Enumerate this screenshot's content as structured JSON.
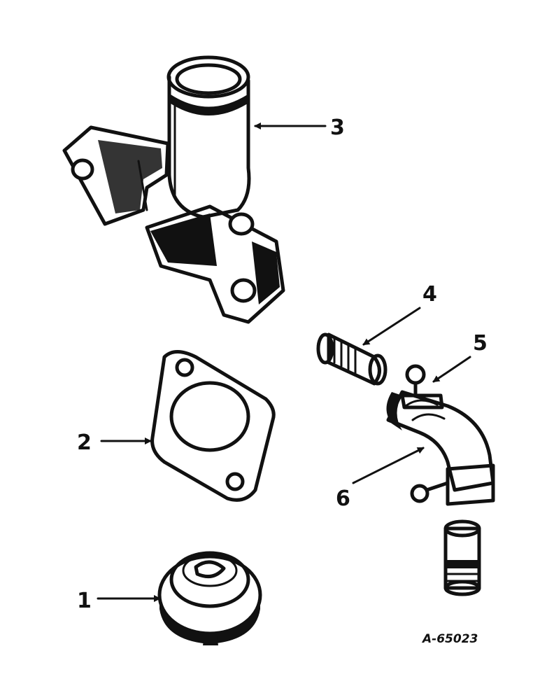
{
  "callouts": {
    "c1": "1",
    "c2": "2",
    "c3": "3",
    "c4": "4",
    "c5": "5",
    "c6": "6"
  },
  "reference_code": "A-65023"
}
